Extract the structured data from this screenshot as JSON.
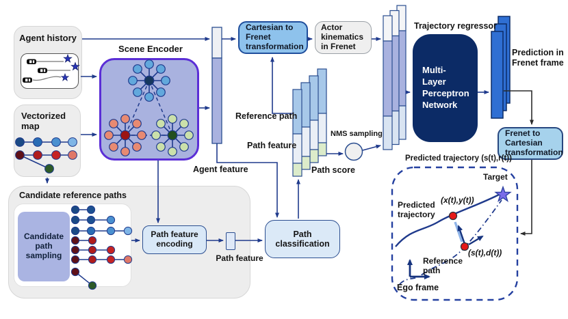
{
  "colors": {
    "connector": "#1f3a8c",
    "scene_fill": "#a9b2df",
    "scene_border": "#5b2ed6",
    "panel_gray": "#ededed",
    "box_blue": "#8ec2ec",
    "box_lightblue": "#dbe9f7",
    "mlp_navy": "#0c2b66",
    "prediction_blue": "#2f6fd3",
    "accent_red": "#e51a1a",
    "star_purple": "#7a6ce8"
  },
  "inputs": {
    "agent_history": "Agent history",
    "vectorized_map": "Vectorized map"
  },
  "encoder": {
    "title": "Scene Encoder",
    "agent_feature": "Agent feature"
  },
  "candidates": {
    "title": "Candidate reference paths",
    "sampling": "Candidate path sampling",
    "encoding": "Path feature encoding",
    "path_feature": "Path feature"
  },
  "classify": {
    "path_classification": "Path classification",
    "reference_path": "Reference path",
    "path_feature": "Path feature",
    "path_score": "Path score",
    "nms": "NMS sampling"
  },
  "frenet": {
    "cart_to_frenet": "Cartesian to Frenet transformation",
    "actor_kinematics": "Actor kinematics in Frenet",
    "frenet_to_cart": "Frenet to Cartesian transformation"
  },
  "regressor": {
    "title": "Trajectory regressor",
    "mlp_lines": [
      "Multi-",
      "Layer",
      "Perceptron",
      "Network"
    ],
    "prediction": "Prediction in Frenet frame",
    "predicted_trajectory": "Predicted trajectory (s(t),r(t))"
  },
  "inset": {
    "target": "Target",
    "predicted_trajectory": "Predicted trajectory",
    "xy": "(x(t),y(t))",
    "sd": "(s(t),d(t))",
    "reference_path": "Reference path",
    "ego_frame": "Ego frame"
  }
}
